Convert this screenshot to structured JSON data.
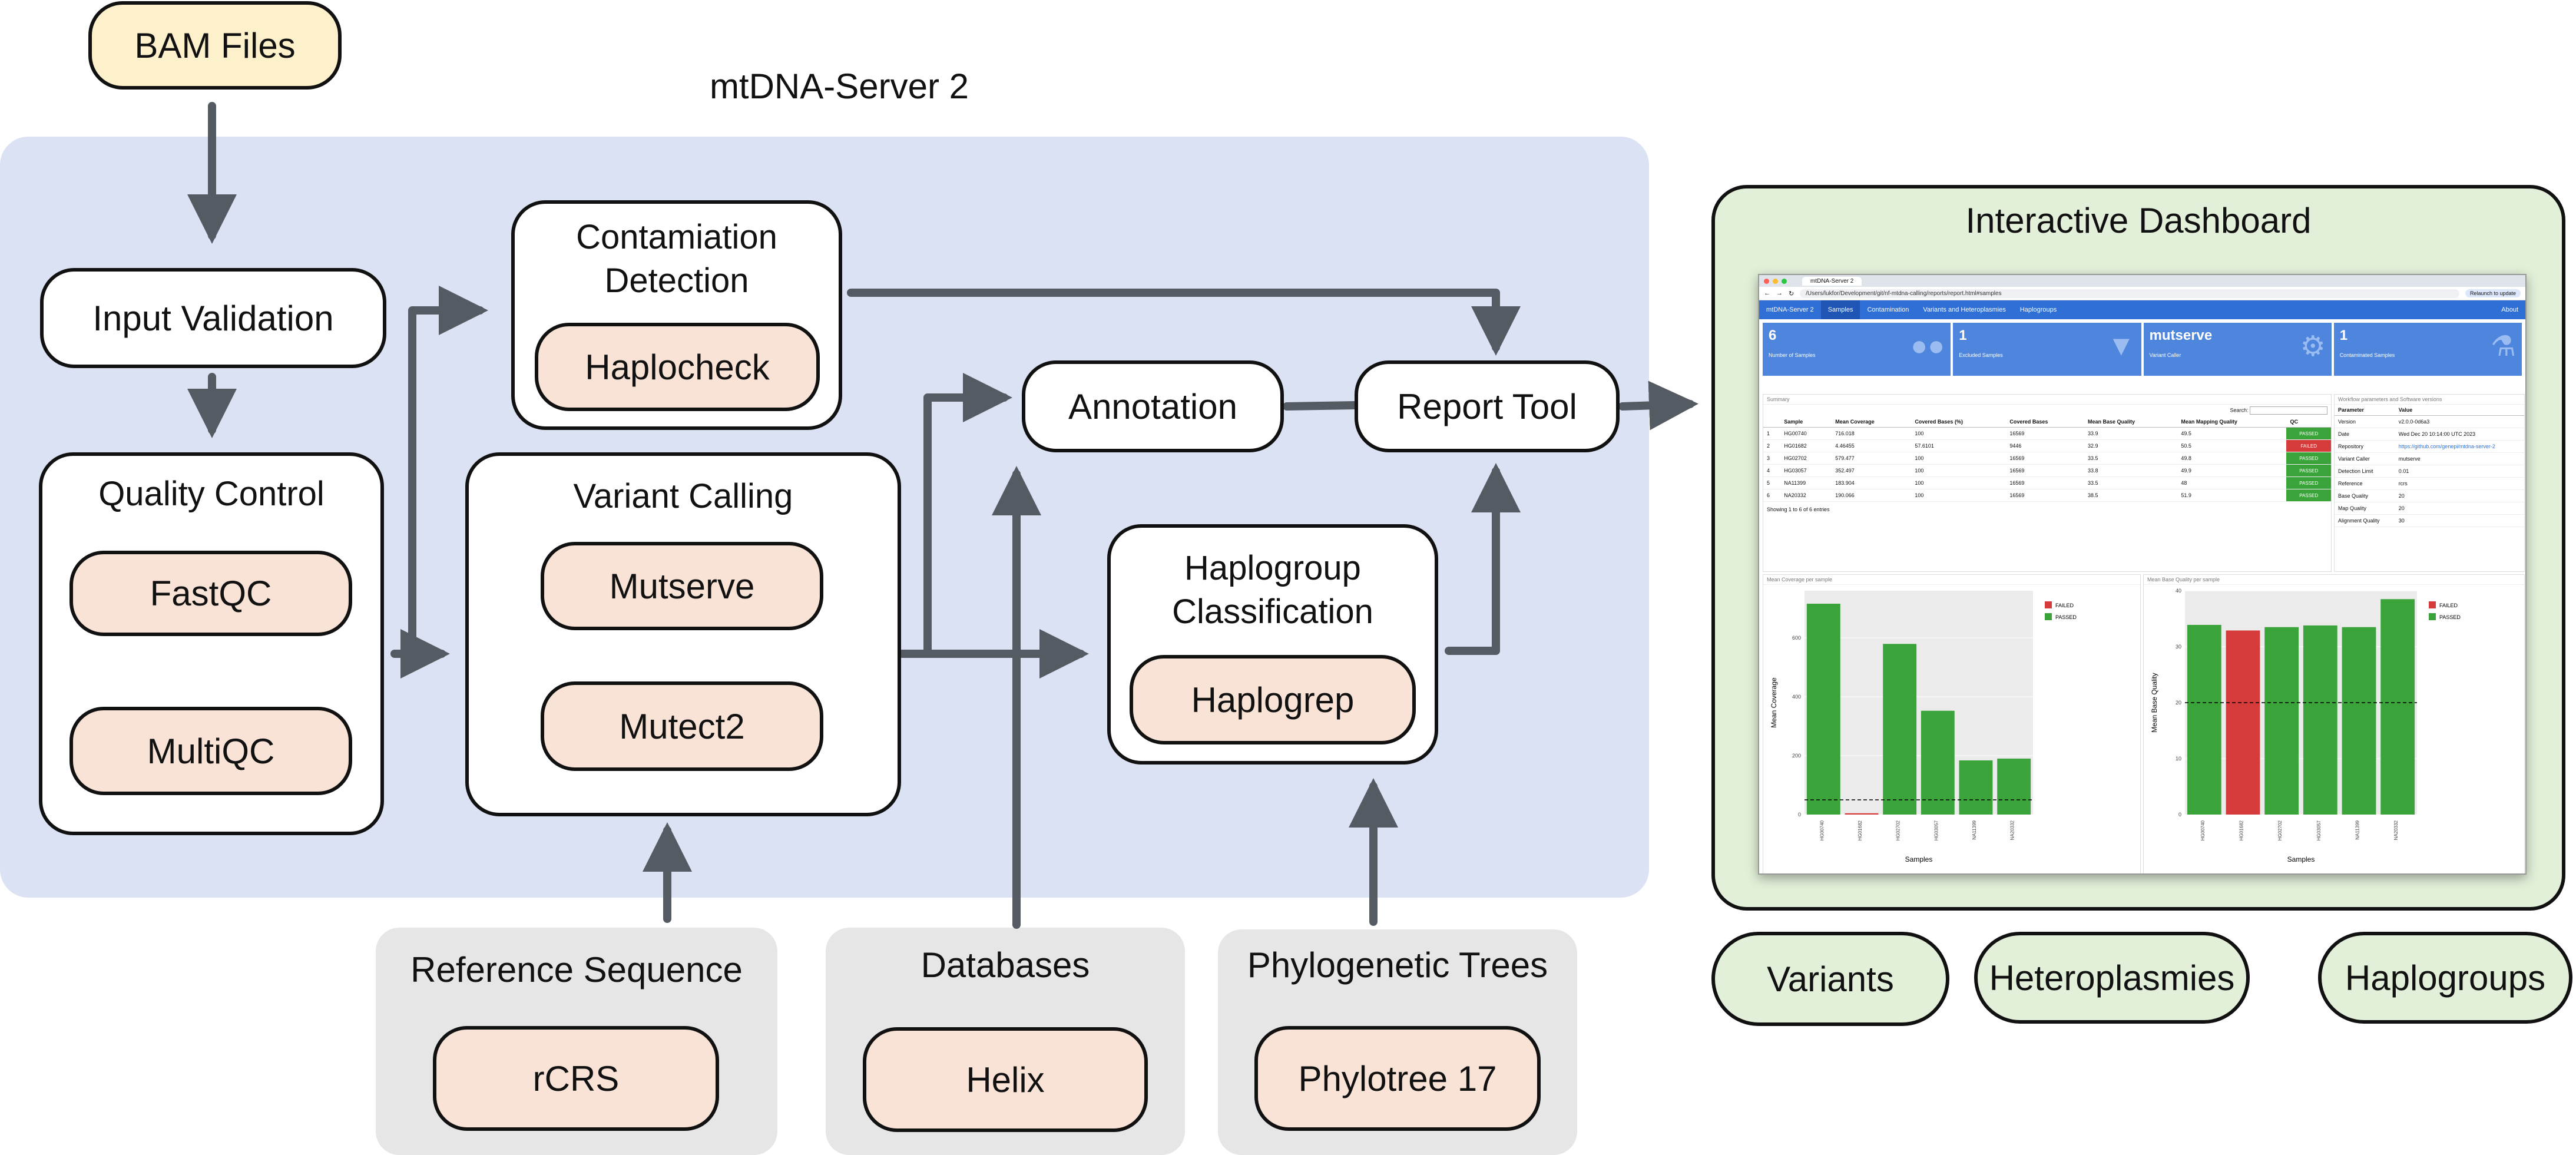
{
  "diagram": {
    "server_title": "mtDNA-Server 2",
    "bam_files": "BAM Files",
    "input_validation": "Input Validation",
    "quality_control": {
      "title": "Quality Control",
      "tools": [
        "FastQC",
        "MultiQC"
      ]
    },
    "contamination": {
      "title": "Contamiation Detection",
      "tool": "Haplocheck"
    },
    "variant_calling": {
      "title": "Variant Calling",
      "tools": [
        "Mutserve",
        "Mutect2"
      ]
    },
    "annotation": "Annotation",
    "report_tool": "Report Tool",
    "haplogroup": {
      "title": "Haplogroup Classification",
      "tool": "Haplogrep"
    },
    "sources": [
      {
        "title": "Reference Sequence",
        "item": "rCRS"
      },
      {
        "title": "Databases",
        "item": "Helix"
      },
      {
        "title": "Phylogenetic Trees",
        "item": "Phylotree 17"
      }
    ],
    "dashboard": {
      "title": "Interactive Dashboard",
      "outputs": [
        "Variants",
        "Heteroplasmies",
        "Haplogroups"
      ]
    },
    "colors": {
      "main_region": "#dbe2f4",
      "dashboard_region": "#e2f0d9",
      "tool_fill": "#f8e3d6",
      "bam_fill": "#fdf1cc",
      "source_fill": "#e6e6e6",
      "arrow": "#555b63"
    }
  },
  "screenshot": {
    "tab_title": "mtDNA-Server 2",
    "url": "/Users/lukfor/Development/git/nf-mtdna-calling/reports/report.html#samples",
    "relaunch": "Relaunch to update",
    "nav": [
      "mtDNA-Server 2",
      "Samples",
      "Contamination",
      "Variants and Heteroplasmies",
      "Haplogroups"
    ],
    "nav_right": "About",
    "cards": [
      {
        "value": "6",
        "label": "Number of Samples",
        "icon": "users-icon"
      },
      {
        "value": "1",
        "label": "Excluded Samples",
        "icon": "filter-icon"
      },
      {
        "value": "mutserve",
        "label": "Variant Caller",
        "icon": "gear-icon"
      },
      {
        "value": "1",
        "label": "Contaminated Samples",
        "icon": "flask-icon"
      }
    ],
    "summary_title": "Summary",
    "search_label": "Search:",
    "table_headers": [
      "",
      "Sample",
      "Mean Coverage",
      "Covered Bases (%)",
      "Covered Bases",
      "Mean Base Quality",
      "Mean Mapping Quality",
      "QC"
    ],
    "table_rows": [
      [
        "1",
        "HG00740",
        "716.018",
        "100",
        "16569",
        "33.9",
        "49.5",
        "PASSED"
      ],
      [
        "2",
        "HG01682",
        "4.46455",
        "57.6101",
        "9446",
        "32.9",
        "50.5",
        "FAILED"
      ],
      [
        "3",
        "HG02702",
        "579.477",
        "100",
        "16569",
        "33.5",
        "49.8",
        "PASSED"
      ],
      [
        "4",
        "HG03057",
        "352.497",
        "100",
        "16569",
        "33.8",
        "49.9",
        "PASSED"
      ],
      [
        "5",
        "NA11399",
        "183.904",
        "100",
        "16569",
        "33.5",
        "48",
        "PASSED"
      ],
      [
        "6",
        "NA20332",
        "190.066",
        "100",
        "16569",
        "38.5",
        "51.9",
        "PASSED"
      ]
    ],
    "table_footer": "Showing 1 to 6 of 6 entries",
    "params_title": "Workflow parameters and Software versions",
    "params_headers": [
      "Parameter",
      "Value"
    ],
    "params": [
      [
        "Version",
        "v2.0.0-0d6a3"
      ],
      [
        "Date",
        "Wed Dec 20 10:14:00 UTC 2023"
      ],
      [
        "Repository",
        "https://github.com/genepi/mtdna-server-2"
      ],
      [
        "Variant Caller",
        "mutserve"
      ],
      [
        "Detection Limit",
        "0.01"
      ],
      [
        "Reference",
        "rcrs"
      ],
      [
        "Base Quality",
        "20"
      ],
      [
        "Map Quality",
        "20"
      ],
      [
        "Alignment Quality",
        "30"
      ]
    ],
    "legend": [
      "FAILED",
      "PASSED"
    ]
  },
  "chart_data": [
    {
      "type": "bar",
      "title": "Mean Coverage per sample",
      "xlabel": "Samples",
      "ylabel": "Mean Coverage",
      "categories": [
        "HG00740",
        "HG01682",
        "HG02702",
        "HG03057",
        "NA11399",
        "NA20332"
      ],
      "values": [
        716.018,
        4.46455,
        579.477,
        352.497,
        183.904,
        190.066
      ],
      "status": [
        "PASSED",
        "FAILED",
        "PASSED",
        "PASSED",
        "PASSED",
        "PASSED"
      ],
      "yticks": [
        "0",
        "200",
        "400",
        "600"
      ],
      "ylim": [
        0,
        760
      ],
      "threshold": 50,
      "colors": {
        "PASSED": "#3aa43a",
        "FAILED": "#d63b3b"
      }
    },
    {
      "type": "bar",
      "title": "Mean Base Quality per sample",
      "xlabel": "Samples",
      "ylabel": "Mean Base Quality",
      "categories": [
        "HG00740",
        "HG01682",
        "HG02702",
        "HG03057",
        "NA11399",
        "NA20332"
      ],
      "values": [
        33.9,
        32.9,
        33.5,
        33.8,
        33.5,
        38.5
      ],
      "status": [
        "PASSED",
        "FAILED",
        "PASSED",
        "PASSED",
        "PASSED",
        "PASSED"
      ],
      "yticks": [
        "0",
        "10",
        "20",
        "30",
        "40"
      ],
      "ylim": [
        0,
        40
      ],
      "threshold": 20,
      "colors": {
        "PASSED": "#3aa43a",
        "FAILED": "#d63b3b"
      }
    }
  ]
}
